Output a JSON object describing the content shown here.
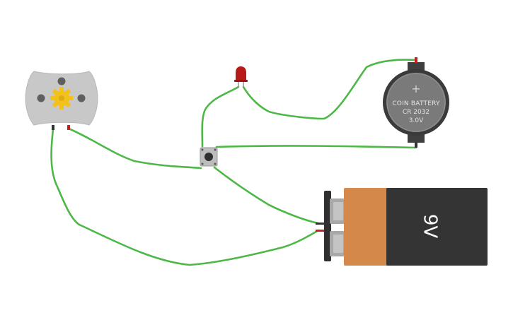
{
  "coin_battery": {
    "polarity": "+",
    "line1": "COIN BATTERY",
    "line2": "CR 2032",
    "line3": "3.0V"
  },
  "battery_9v": {
    "label": "9V"
  },
  "colors": {
    "wire": "#4db848",
    "led": "#b81a1a",
    "motor_body": "#c8c8c8",
    "gear": "#f2c21b",
    "battery_orange": "#d4894a",
    "battery_dark": "#343434",
    "coin_body": "#7a7a7a"
  },
  "icons": {
    "motor_gear": "gear-icon",
    "pushbutton": "pushbutton-icon"
  }
}
